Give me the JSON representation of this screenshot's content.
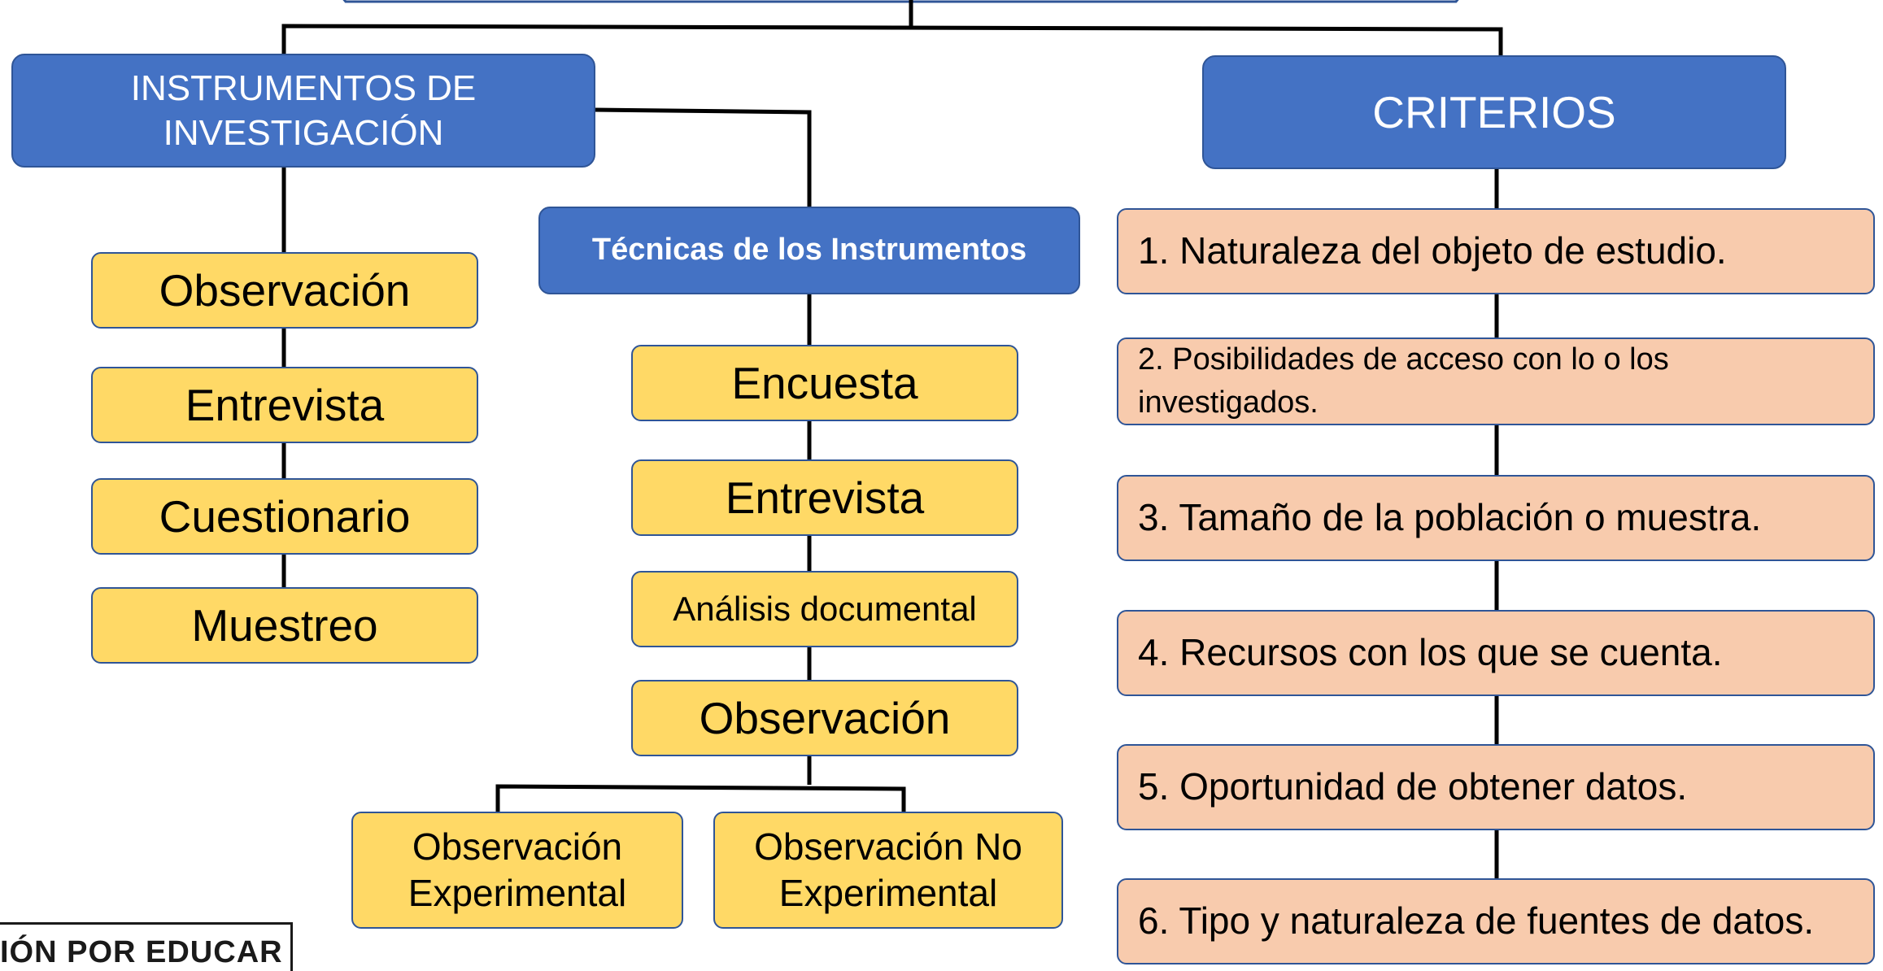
{
  "colors": {
    "blue": "#4472C4",
    "yellow": "#FFD966",
    "peach": "#F8CBAD",
    "border": "#2F5597",
    "line": "#000000"
  },
  "instrumentos": {
    "title": "INSTRUMENTOS DE INVESTIGACIÓN",
    "items": [
      "Observación",
      "Entrevista",
      "Cuestionario",
      "Muestreo"
    ]
  },
  "tecnicas": {
    "title": "Técnicas de los Instrumentos",
    "items": [
      "Encuesta",
      "Entrevista",
      "Análisis documental",
      "Observación"
    ],
    "observacion_types": [
      "Observación Experimental",
      "Observación No Experimental"
    ]
  },
  "criterios": {
    "title": "CRITERIOS",
    "items": [
      "1. Naturaleza del objeto de estudio.",
      "2. Posibilidades de acceso con lo o los investigados.",
      "3. Tamaño de la población o muestra.",
      "4. Recursos con los que se cuenta.",
      "5. Oportunidad de obtener datos.",
      "6. Tipo y naturaleza de fuentes de datos."
    ]
  },
  "logo": {
    "text": "IÓN POR EDUCAR"
  }
}
